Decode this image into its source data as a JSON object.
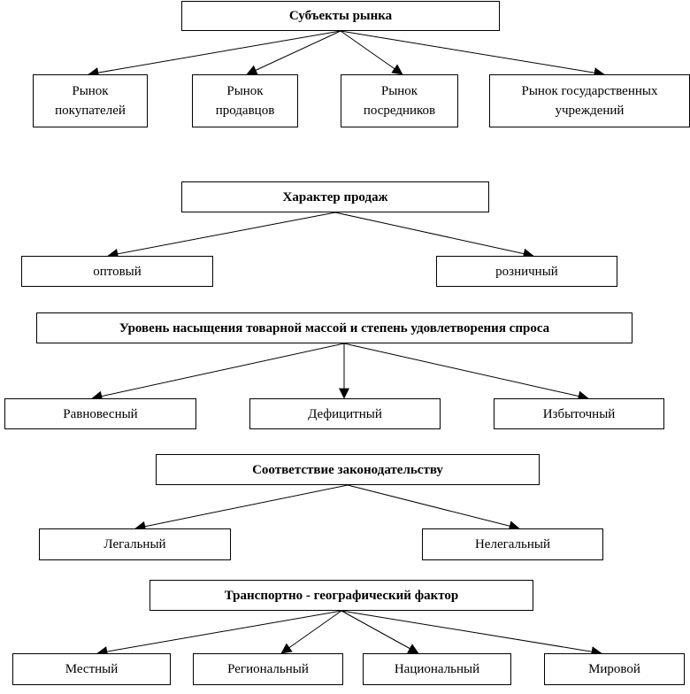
{
  "diagram": {
    "colors": {
      "line": "#000000",
      "box_fill": "#ffffff",
      "text": "#000000"
    },
    "groups": [
      {
        "title": "Субъекты рынка",
        "children": [
          "Рынок\nпокупателей",
          "Рынок\nпродавцов",
          "Рынок\nпосредников",
          "Рынок государственных\nучреждений"
        ]
      },
      {
        "title": "Характер продаж",
        "children": [
          "оптовый",
          "розничный"
        ]
      },
      {
        "title": "Уровень насыщения товарной массой и степень удовлетворения спроса",
        "children": [
          "Равновесный",
          "Дефицитный",
          "Избыточный"
        ]
      },
      {
        "title": "Соответствие законодательству",
        "children": [
          "Легальный",
          "Нелегальный"
        ]
      },
      {
        "title": "Транспортно - географический фактор",
        "children": [
          "Местный",
          "Региональный",
          "Национальный",
          "Мировой"
        ]
      }
    ]
  }
}
